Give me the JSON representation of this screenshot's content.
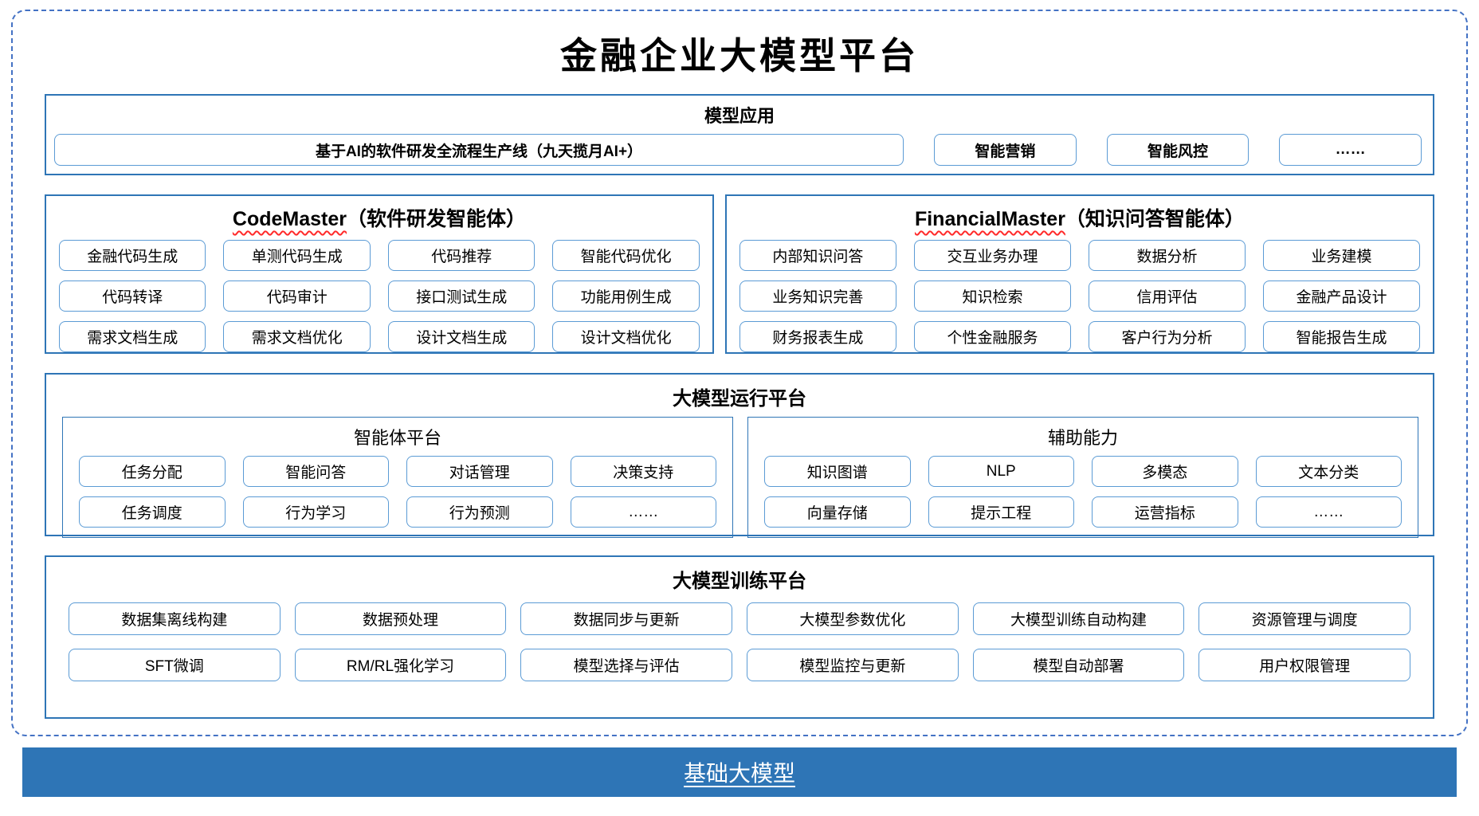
{
  "title": "金融企业大模型平台",
  "colors": {
    "accent": "#2e75b6",
    "chip-border": "#5b9bd5",
    "dash": "#4472c4",
    "bar-bg": "#2e75b6",
    "squiggle": "#ff2a2a"
  },
  "sections": {
    "model_app": {
      "header": "模型应用",
      "main_box": "基于AI的软件研发全流程生产线（九天揽月AI+）",
      "items": [
        "智能营销",
        "智能风控",
        "……"
      ]
    },
    "code_master": {
      "header_en": "CodeMaster",
      "header_zh": "（软件研发智能体）",
      "items": [
        "金融代码生成",
        "单测代码生成",
        "代码推荐",
        "智能代码优化",
        "代码转译",
        "代码审计",
        "接口测试生成",
        "功能用例生成",
        "需求文档生成",
        "需求文档优化",
        "设计文档生成",
        "设计文档优化"
      ]
    },
    "financial_master": {
      "header_en": "FinancialMaster",
      "header_zh": "（知识问答智能体）",
      "items": [
        "内部知识问答",
        "交互业务办理",
        "数据分析",
        "业务建模",
        "业务知识完善",
        "知识检索",
        "信用评估",
        "金融产品设计",
        "财务报表生成",
        "个性金融服务",
        "客户行为分析",
        "智能报告生成"
      ]
    },
    "runtime": {
      "header": "大模型运行平台",
      "agent_platform": {
        "title": "智能体平台",
        "items": [
          "任务分配",
          "智能问答",
          "对话管理",
          "决策支持",
          "任务调度",
          "行为学习",
          "行为预测",
          "……"
        ]
      },
      "aux_ability": {
        "title": "辅助能力",
        "items": [
          "知识图谱",
          "NLP",
          "多模态",
          "文本分类",
          "向量存储",
          "提示工程",
          "运营指标",
          "……"
        ]
      }
    },
    "training": {
      "header": "大模型训练平台",
      "items": [
        "数据集离线构建",
        "数据预处理",
        "数据同步与更新",
        "大模型参数优化",
        "大模型训练自动构建",
        "资源管理与调度",
        "SFT微调",
        "RM/RL强化学习",
        "模型选择与评估",
        "模型监控与更新",
        "模型自动部署",
        "用户权限管理"
      ]
    },
    "base_model": {
      "label": "基础大模型"
    }
  }
}
